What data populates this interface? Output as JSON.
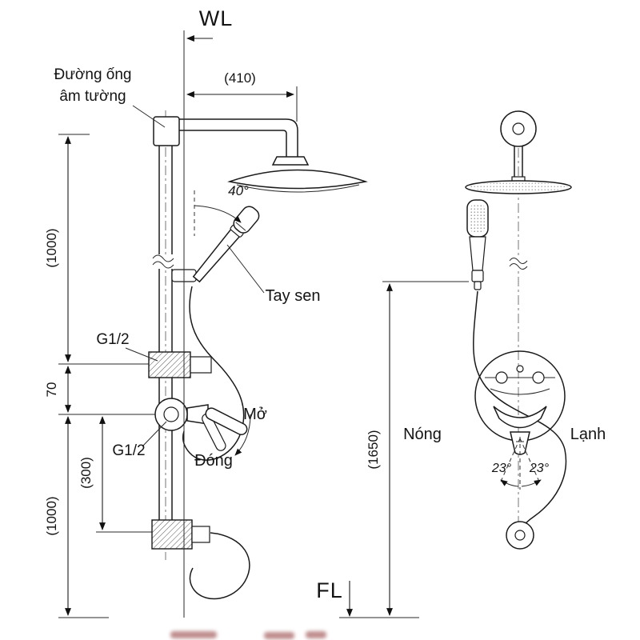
{
  "diagram": {
    "reference_lines": {
      "wall": "WL",
      "floor": "FL"
    },
    "callouts": {
      "concealed_pipe_line1": "Đường ống",
      "concealed_pipe_line2": "âm tường",
      "hand_shower": "Tay sen",
      "thread_upper": "G1/2",
      "thread_lower": "G1/2",
      "open": "Mở",
      "close": "Đóng",
      "hot": "Nóng",
      "cold": "Lạnh"
    },
    "dimensions": {
      "arm_reach": "(410)",
      "wall_pipe_upper": "(1000)",
      "valve_offset": "70",
      "wall_pipe_lower": "(1000)",
      "spout_drop": "(300)",
      "overall_height": "(1650)"
    },
    "angles": {
      "hand_shower_tilt": "40°",
      "handle_swing_left": "23°",
      "handle_swing_right": "23°"
    }
  }
}
